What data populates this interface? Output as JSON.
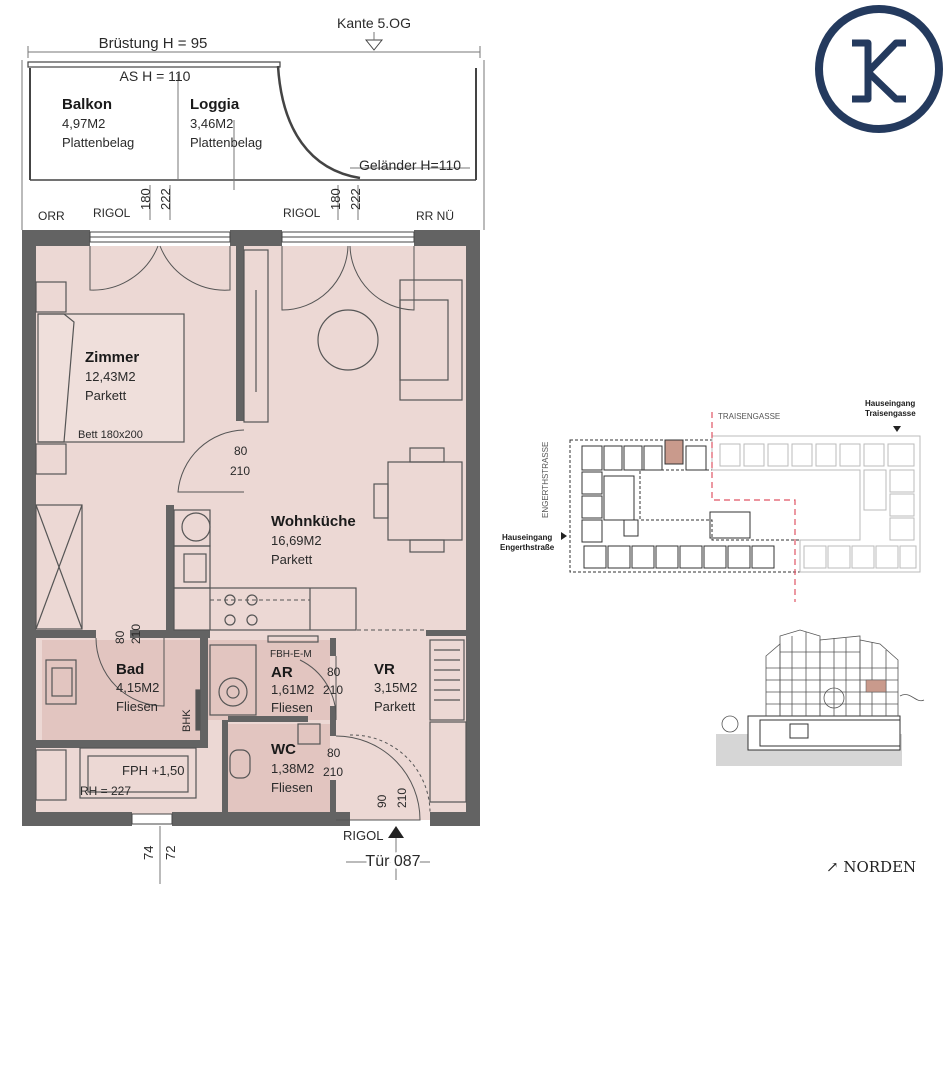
{
  "logo": {
    "letter": "K",
    "color": "#243a5e"
  },
  "labels": {
    "bruestung": "Brüstung H = 95",
    "kante": "Kante 5.OG",
    "as_h": "AS H = 110",
    "gelaender": "Geländer H=110",
    "orr": "ORR",
    "rigol1": "RIGOL",
    "rigol2": "RIGOL",
    "rigol3": "RIGOL",
    "rr_nue": "RR NÜ",
    "dim_180a": "180",
    "dim_222a": "222",
    "dim_180b": "180",
    "dim_222b": "222",
    "door_80a": "80",
    "door_210a": "210",
    "door_80b": "80",
    "door_210b": "210",
    "door_80c": "80",
    "door_210c": "210",
    "door_80d": "80",
    "door_210d": "210",
    "door_90": "90",
    "door_210e": "210",
    "dim_74": "74",
    "dim_72": "72",
    "bett": "Bett 180x200",
    "fbh": "FBH-E-M",
    "bhk": "BHK",
    "fph": "FPH +1,50",
    "rh": "RH = 227",
    "tuer": "Tür 087",
    "norden": "↗ NORDEN",
    "traisengasse": "TRAISENGASSE",
    "engerthstrasse": "ENGERTHSTRASSE",
    "hauseingang_tr_1": "Hauseingang",
    "hauseingang_tr_2": "Traisengasse",
    "hauseingang_en_1": "Hauseingang",
    "hauseingang_en_2": "Engerthstraße"
  },
  "rooms": {
    "balkon": {
      "name": "Balkon",
      "area": "4,97M2",
      "floor": "Plattenbelag"
    },
    "loggia": {
      "name": "Loggia",
      "area": "3,46M2",
      "floor": "Plattenbelag"
    },
    "zimmer": {
      "name": "Zimmer",
      "area": "12,43M2",
      "floor": "Parkett"
    },
    "wohnkueche": {
      "name": "Wohnküche",
      "area": "16,69M2",
      "floor": "Parkett"
    },
    "bad": {
      "name": "Bad",
      "area": "4,15M2",
      "floor": "Fliesen"
    },
    "ar": {
      "name": "AR",
      "area": "1,61M2",
      "floor": "Fliesen"
    },
    "vr": {
      "name": "VR",
      "area": "3,15M2",
      "floor": "Parkett"
    },
    "wc": {
      "name": "WC",
      "area": "1,38M2",
      "floor": "Fliesen"
    }
  },
  "colors": {
    "room_fill": "#ecd8d4",
    "wet_fill": "#e2c5c0",
    "wall": "#636363",
    "highlight": "#c99a8c",
    "cut_line": "#e05565"
  }
}
